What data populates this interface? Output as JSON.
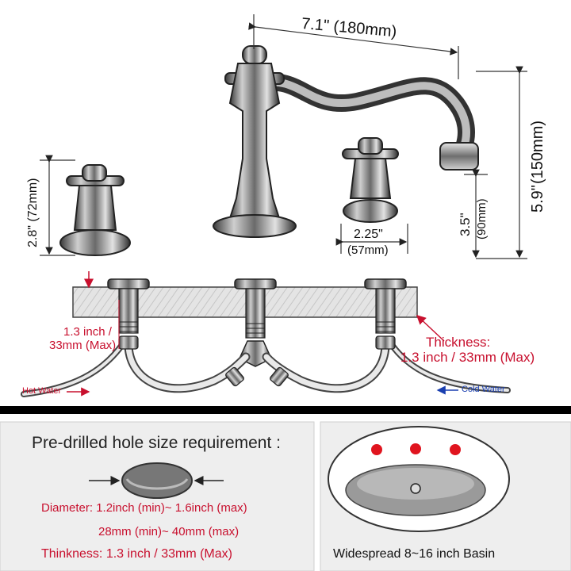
{
  "dimensions": {
    "spout_reach": "7.1\" (180mm)",
    "height_in": "5.9\"",
    "height_mm": "(150mm)",
    "spout_height_in": "3.5\"",
    "spout_height_mm": "(90mm)",
    "handle_height": "2.8\" (72mm)",
    "handle_base_in": "2.25\"",
    "handle_base_mm": "(57mm)"
  },
  "install": {
    "gap_line1": "1.3 inch /",
    "gap_line2": "33mm (Max)",
    "thickness_label": "Thickness:",
    "thickness_value": "1.3 inch / 33mm (Max)",
    "hot_water": "Hot Water",
    "cold_water": "Cold Water"
  },
  "requirements": {
    "title": "Pre-drilled hole size requirement :",
    "diameter_label": "Diameter: ",
    "diameter_in": "1.2inch (min)~ 1.6inch (max)",
    "diameter_mm": "28mm (min)~ 40mm (max)",
    "thickness_label": "Thinkness: ",
    "thickness_value": "1.3 inch / 33mm (Max)"
  },
  "basin": {
    "caption": "Widespread 8~16 inch Basin"
  },
  "colors": {
    "accent_red": "#c8102e",
    "hole_red": "#e0141e",
    "blue_arrow": "#1a3fb0",
    "panel_bg": "#eeeeee",
    "divider": "#000000"
  }
}
